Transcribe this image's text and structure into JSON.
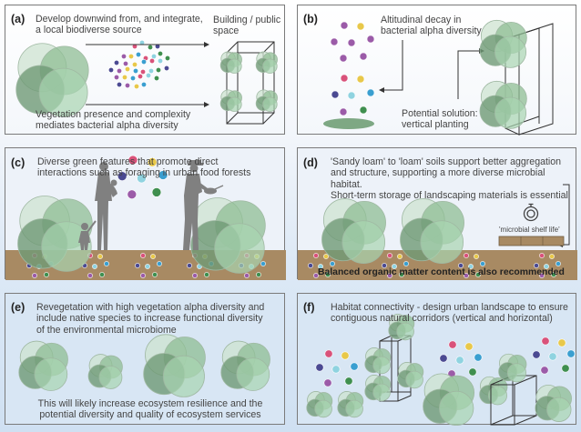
{
  "colors": {
    "tree_light": "#cde3d0",
    "tree_mid": "#8fbe94",
    "tree_dark": "#6f9a76",
    "tree_pale": "#a8d4b0",
    "soil": "#a88a63",
    "silhouette": "#808080",
    "microbes": [
      "#d9527a",
      "#e8c84a",
      "#4b4a92",
      "#8fd3e0",
      "#3a9fd0",
      "#9b5ba8",
      "#3f8f4f"
    ]
  },
  "panels": {
    "a": {
      "label": "(a)",
      "text_top": "Develop downwind from, and integrate,\na local biodiverse source",
      "text_bottom": "Vegetation presence and complexity\nmediates bacterial alpha diversity",
      "building_label": "Building / public\nspace"
    },
    "b": {
      "label": "(b)",
      "text_top": "Altitudinal decay in\nbacterial alpha diversity",
      "text_bottom": "Potential solution:\nvertical planting"
    },
    "c": {
      "label": "(c)",
      "text": "Diverse green features that promote direct\ninteractions such as foraging in urban food forests"
    },
    "d": {
      "label": "(d)",
      "text": "'Sandy loam' to 'loam' soils support better aggregation\nand structure, supporting a more diverse microbial habitat.\nShort-term storage of landscaping materials is essential",
      "timer_label": "'microbial shelf life'",
      "soil_text": "Balanced organic matter content is also recommended"
    },
    "e": {
      "label": "(e)",
      "text_top": "Revegetation with high vegetation alpha diversity and\ninclude native species to increase functional diversity\nof the environmental microbiome",
      "text_bottom": "This will likely increase ecosystem resilience and the\npotential diversity and quality of ecosystem services"
    },
    "f": {
      "label": "(f)",
      "text": "Habitat connectivity - design urban landscape to ensure\ncontiguous natural corridors (vertical and horizontal)"
    }
  }
}
